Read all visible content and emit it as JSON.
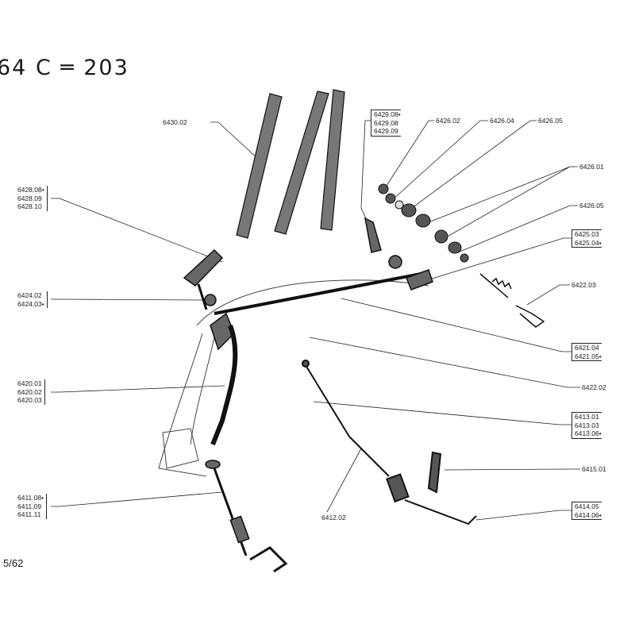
{
  "header": {
    "title": "64 C  ═  203"
  },
  "footer": {
    "page": "5/62"
  },
  "callouts": {
    "c6430": "6430.02",
    "c6428": [
      "6428.08•",
      "6428.09",
      "6428.10"
    ],
    "c6429": [
      "6429.08•",
      "6429.08",
      "6429.09"
    ],
    "c642602": "6426.02",
    "c642604": "6426.04",
    "c642605a": "6426.05",
    "c642601": "6426.01",
    "c642605b": "6426.05",
    "c6425": [
      "6425.03",
      "6425.04•"
    ],
    "c642203": "6422.03",
    "c6424": [
      "6424.02",
      "6424.03•"
    ],
    "c6421": [
      "6421.04",
      "6421.05•"
    ],
    "c642202": "6422.02",
    "c6420": [
      "6420.01",
      "6420.02",
      "6420.03"
    ],
    "c6413": [
      "6413.01",
      "6413.03",
      "6413.06•"
    ],
    "c6415": "6415.01",
    "c6411": [
      "6411.08•",
      "6411.09",
      "6411.11"
    ],
    "c6412": "6412.02",
    "c6414": [
      "6414.05",
      "6414.06•"
    ]
  }
}
